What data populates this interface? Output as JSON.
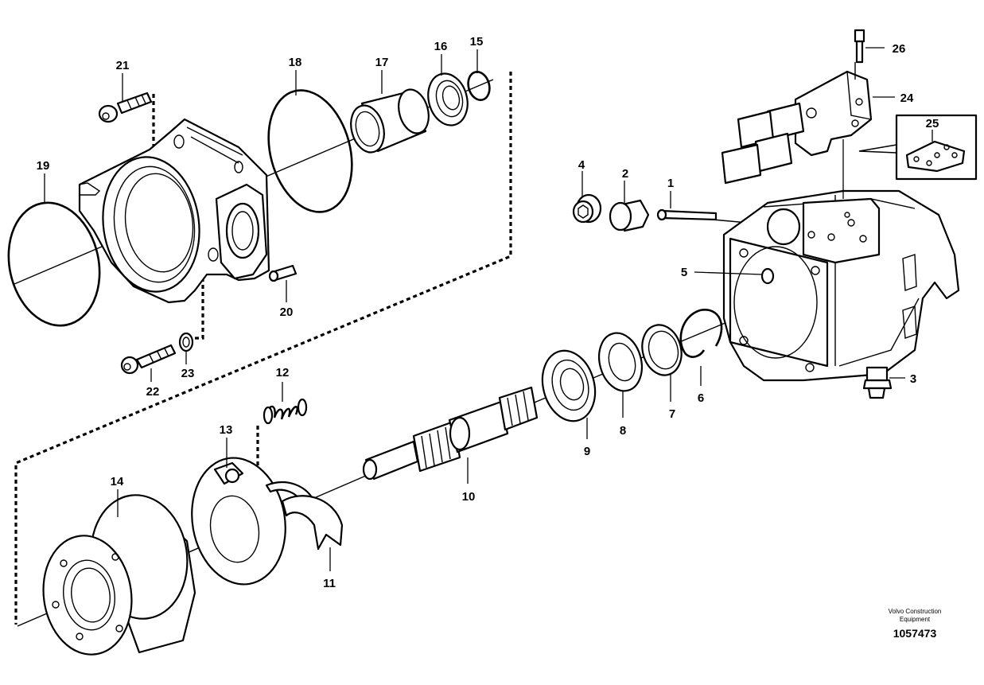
{
  "callouts": {
    "c1": "1",
    "c2": "2",
    "c3": "3",
    "c4": "4",
    "c5": "5",
    "c6": "6",
    "c7": "7",
    "c8": "8",
    "c9": "9",
    "c10": "10",
    "c11": "11",
    "c12": "12",
    "c13": "13",
    "c14": "14",
    "c15": "15",
    "c16": "16",
    "c17": "17",
    "c18": "18",
    "c19": "19",
    "c20": "20",
    "c21": "21",
    "c22": "22",
    "c23": "23",
    "c24": "24",
    "c25": "25",
    "c26": "26"
  },
  "footer": {
    "company": "Volvo Construction Equipment",
    "document_number": "1057473"
  }
}
